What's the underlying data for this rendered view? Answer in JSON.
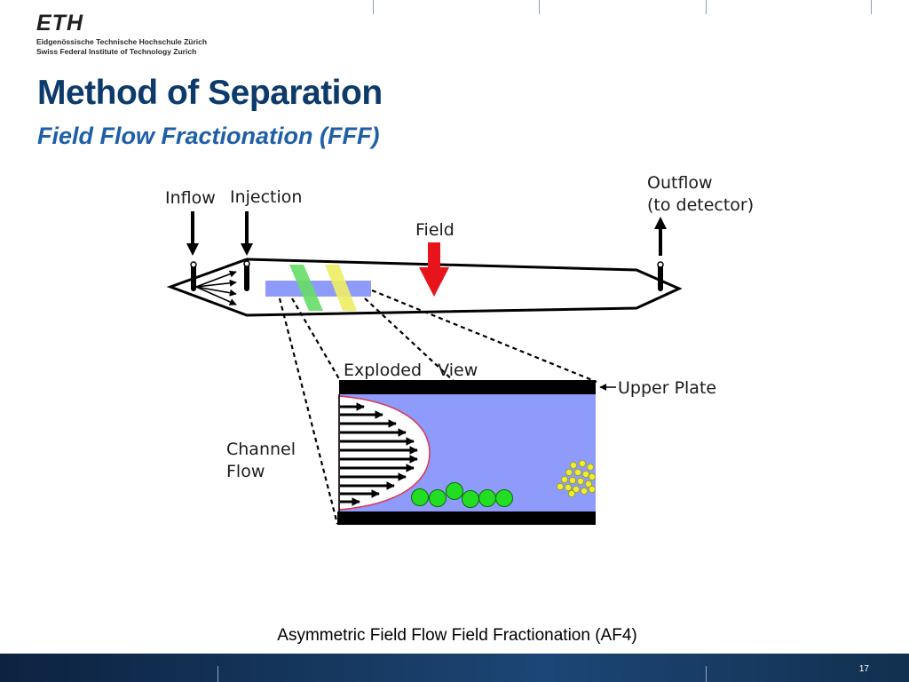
{
  "header": {
    "logo_text": "ETH",
    "institution_de": "Eidgenössische Technische Hochschule Zürich",
    "institution_en": "Swiss Federal Institute of Technology Zurich"
  },
  "slide": {
    "title": "Method of Separation",
    "subtitle": "Field Flow Fractionation (FFF)",
    "caption": "Asymmetric Field Flow Field Fractionation (AF4)",
    "page_number": "17"
  },
  "diagram": {
    "labels": {
      "inflow": "Inflow",
      "injection": "Injection",
      "field": "Field",
      "outflow_line1": "Outflow",
      "outflow_line2": "(to detector)",
      "exploded_view": "Exploded   View",
      "upper_plate": "Upper Plate",
      "channel_line1": "Channel",
      "channel_line2": "Flow"
    },
    "colors": {
      "channel_fill": "#8f9bfb",
      "field_arrow": "#e8141c",
      "large_particles": "#22dd22",
      "small_particles": "#eeee33",
      "green_band": "#66dd66",
      "yellow_band": "#eeee66",
      "parabola_edge": "#dd3355",
      "plates": "#000000"
    }
  }
}
